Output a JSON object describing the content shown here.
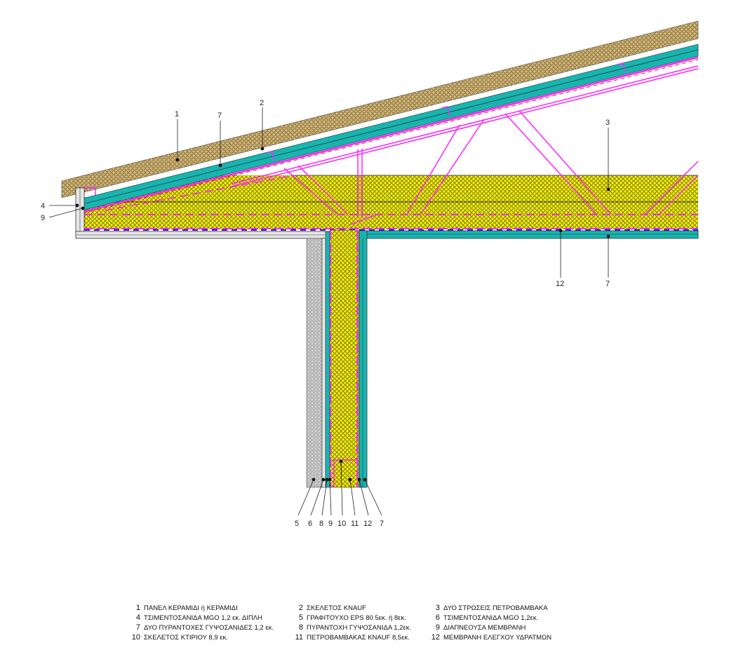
{
  "callouts": {
    "roof": [
      "1",
      "7",
      "2",
      "3",
      "4",
      "9"
    ],
    "ceiling": [
      "12",
      "7"
    ],
    "wall": [
      "5",
      "6",
      "8",
      "9",
      "10",
      "11",
      "12",
      "7"
    ]
  },
  "legend": [
    {
      "num": "1",
      "text": "ΠΑΝΕΛ ΚΕΡΑΜΙΔΙ ή ΚΕΡΑΜΙΔΙ"
    },
    {
      "num": "2",
      "text": "ΣΚΕΛΕΤΟΣ KNAUF"
    },
    {
      "num": "3",
      "text": "ΔΥΟ ΣΤΡΩΣΕΙΣ ΠΕΤΡΟΒΑΜΒΑΚΑ"
    },
    {
      "num": "4",
      "text": "ΤΣΙΜΕΝΤΟΣΑΝΙΔΑ  MGO 1,2 εκ. ΔΙΠΛΗ"
    },
    {
      "num": "5",
      "text": "ΓΡΑΦΙΤΟΥΧΟ EPS 80 5εκ. ή 8εκ."
    },
    {
      "num": "6",
      "text": "ΤΣΙΜΕΝΤΟΣΑΝΙΔΑ MGO 1,2εκ."
    },
    {
      "num": "7",
      "text": "ΔΥΟ ΠΥΡΑΝΤΟΧΕΣ ΓΥΨΟΣΑΝΙΔΕΣ 1,2 εκ."
    },
    {
      "num": "8",
      "text": "ΠΥΡΑΝΤΟΧΗ ΓΥΨΟΣΑΝΙΔΑ 1,2εκ."
    },
    {
      "num": "9",
      "text": "ΔΙΑΠΝΕΟΥΣΑ ΜΕΜΒΡΑΝΗ"
    },
    {
      "num": "10",
      "text": "ΣΚΕΛΕΤΟΣ ΚΤΙΡΙΟΥ 8,9 εκ."
    },
    {
      "num": "11",
      "text": "ΠΕΤΡΟΒΑΜΒΑΚΑΣ KNAUF 8,5εκ."
    },
    {
      "num": "12",
      "text": "ΜΕΜΒΡΑΝΗ ΕΛΕΓΧΟΥ ΥΔΡΑΤΜΩΝ"
    }
  ],
  "colors": {
    "tile": "#d6b978",
    "insulation": "#f5f000",
    "board": "#16b5b0",
    "frame": "#ff22ff",
    "concrete": "#cfcfcf",
    "membrane": "#2020c0"
  }
}
